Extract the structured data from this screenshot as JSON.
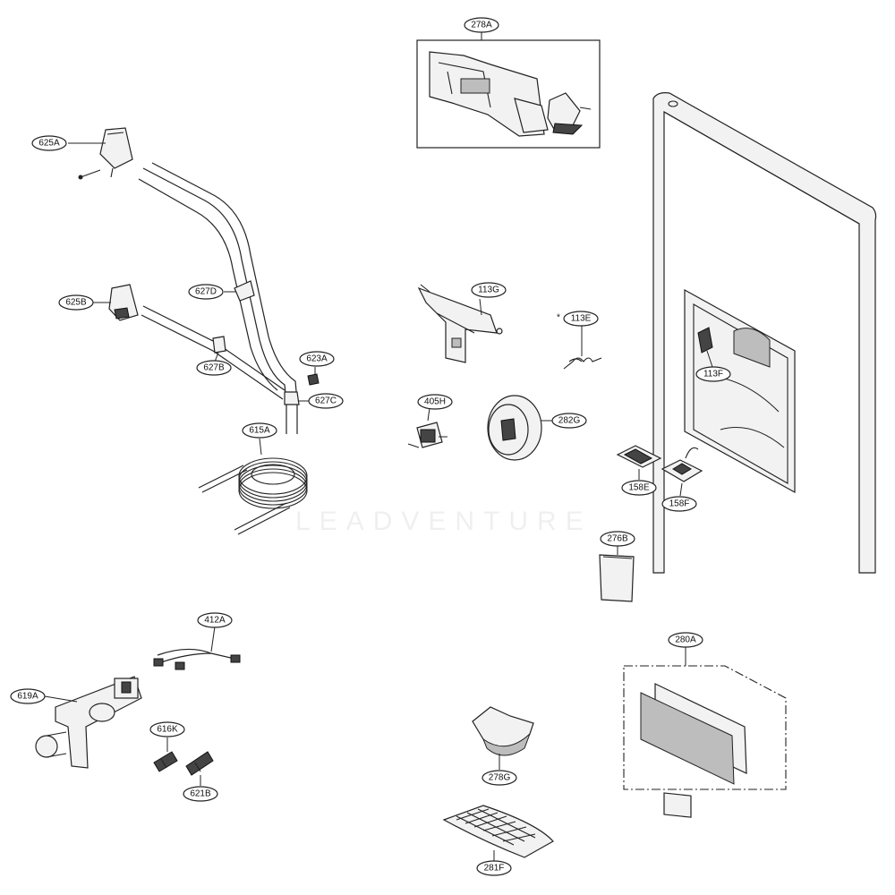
{
  "labels": {
    "l278A": "278A",
    "l625A": "625A",
    "l625B": "625B",
    "l627D": "627D",
    "l627B": "627B",
    "l623A": "623A",
    "l627C": "627C",
    "l615A": "615A",
    "l113G": "113G",
    "l113E": "113E",
    "l405H": "405H",
    "l282G": "282G",
    "l113F": "113F",
    "l158E": "158E",
    "l158F": "158F",
    "l276B": "276B",
    "l412A": "412A",
    "l619A": "619A",
    "l616K": "616K",
    "l621B": "621B",
    "l280A": "280A",
    "l278G": "278G",
    "l281F": "281F"
  },
  "asterisk": "*",
  "watermark": "LEADVENTURE"
}
